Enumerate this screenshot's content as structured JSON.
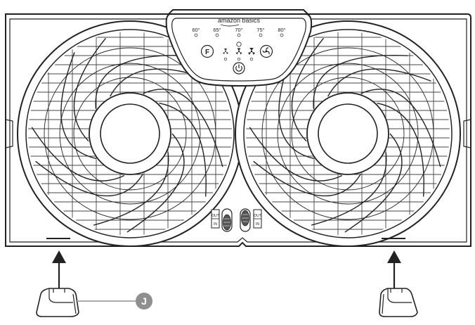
{
  "brand": {
    "name": "amazon basics"
  },
  "control_panel": {
    "temperatures": [
      "60°",
      "65°",
      "70°",
      "75°",
      "80°"
    ],
    "buttons": {
      "function": "F",
      "fan_speed_icon": "fan-icon",
      "power_icon": "power-icon"
    },
    "speed_indicators": [
      "low",
      "medium",
      "high"
    ]
  },
  "switches": {
    "left": {
      "top": "OUT",
      "bottom": "IN"
    },
    "right": {
      "top": "OUT",
      "bottom": "IN"
    }
  },
  "callout": {
    "label": "J",
    "color": "#8f8f8f"
  },
  "colors": {
    "stroke": "#222222",
    "background": "#ffffff"
  }
}
